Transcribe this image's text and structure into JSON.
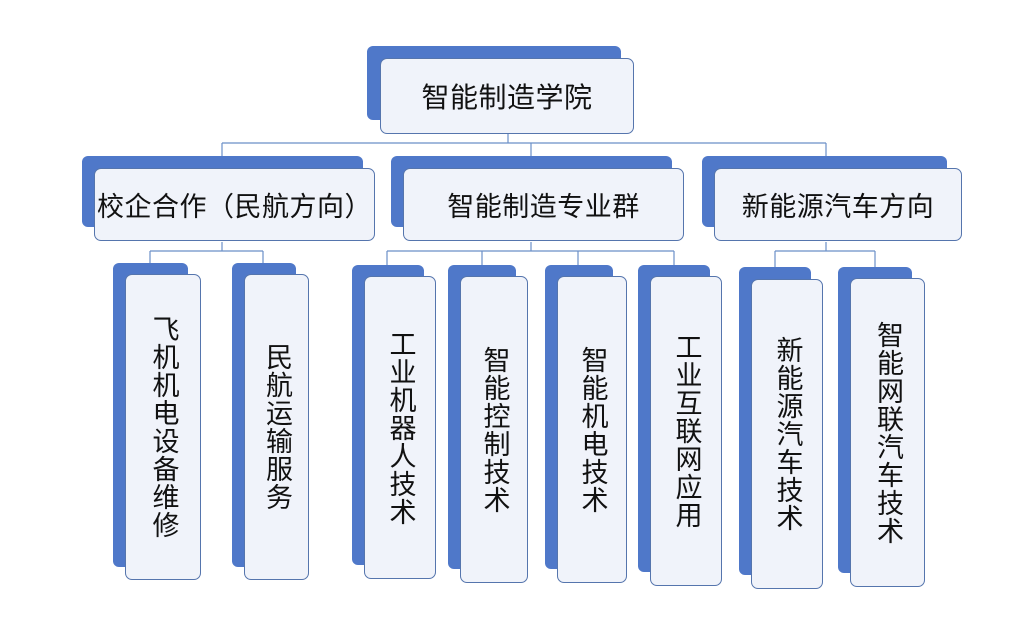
{
  "diagram": {
    "root": {
      "label": "智能制造学院"
    },
    "branches": [
      {
        "label": "校企合作（民航方向）",
        "children": [
          {
            "label": "飞机机电设备维修"
          },
          {
            "label": "民航运输服务"
          }
        ]
      },
      {
        "label": "智能制造专业群",
        "children": [
          {
            "label": "工业机器人技术"
          },
          {
            "label": "智能控制技术"
          },
          {
            "label": "智能机电技术"
          },
          {
            "label": "工业互联网应用"
          }
        ]
      },
      {
        "label": "新能源汽车方向",
        "children": [
          {
            "label": "新能源汽车技术"
          },
          {
            "label": "智能网联汽车技术"
          }
        ]
      }
    ],
    "colors": {
      "shadow": "#4f78c9",
      "card_fill": "#f0f3fa",
      "card_border": "#5575ad",
      "connector": "#6b8fc7"
    }
  }
}
